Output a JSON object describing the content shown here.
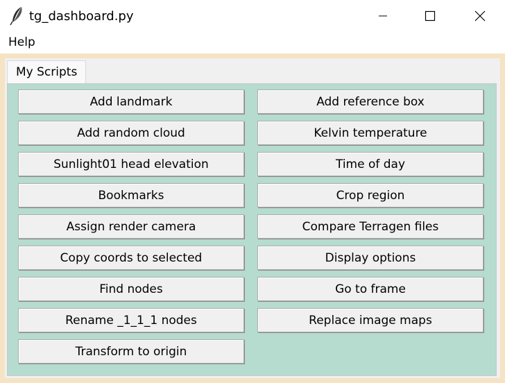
{
  "window": {
    "title": "tg_dashboard.py",
    "icon": "feather-icon"
  },
  "menu": {
    "help": "Help"
  },
  "notebook": {
    "tabs": [
      {
        "label": "My Scripts"
      }
    ]
  },
  "scripts": {
    "left": [
      "Add landmark",
      "Add random cloud",
      "Sunlight01 head elevation",
      "Bookmarks",
      "Assign render camera",
      "Copy coords to selected",
      "Find nodes",
      "Rename _1_1_1 nodes",
      "Transform to origin"
    ],
    "right": [
      "Add reference box",
      "Kelvin temperature",
      "Time of day",
      "Crop region",
      "Compare Terragen files",
      "Display options",
      "Go to frame",
      "Replace image maps"
    ]
  },
  "colors": {
    "panel_background": "#b6dbcf",
    "frame_border": "#f5e3c3",
    "button_face": "#f0f0f0"
  }
}
